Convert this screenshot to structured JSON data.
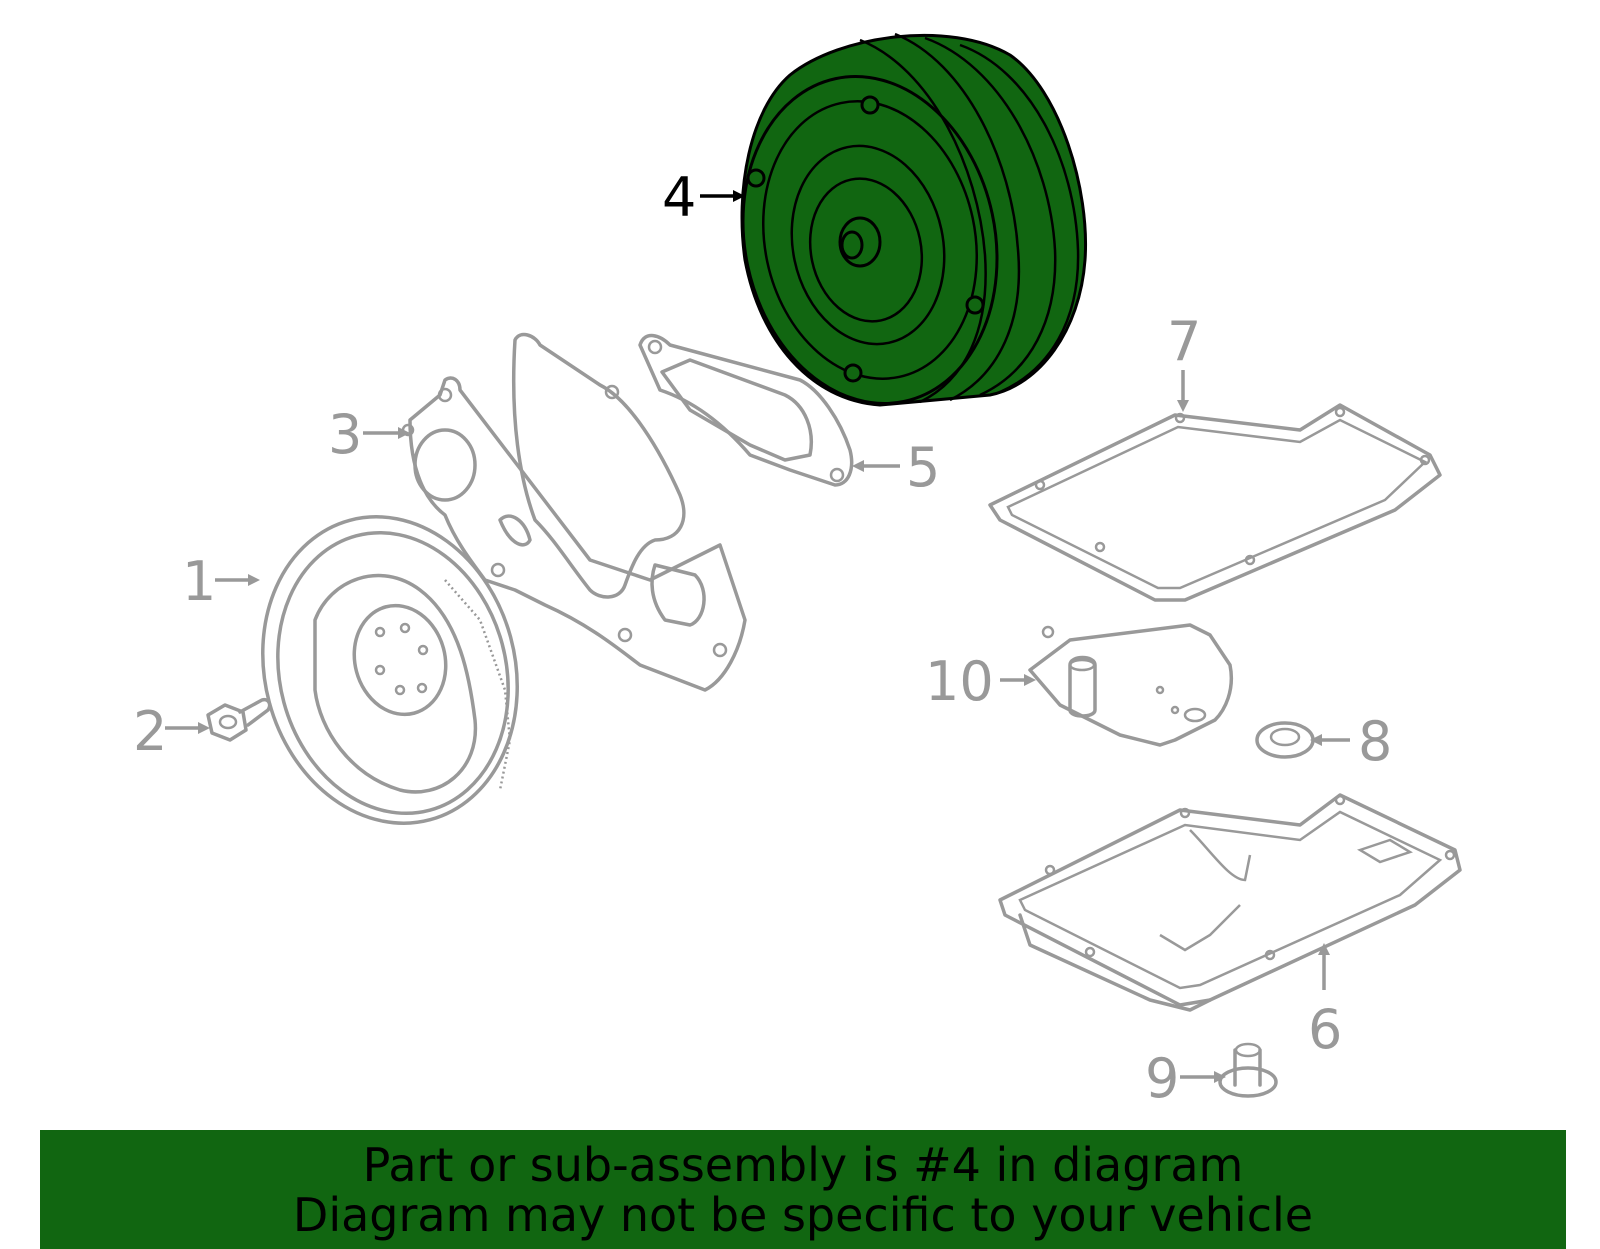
{
  "diagram": {
    "highlighted_part": "4",
    "callouts": [
      {
        "id": "1",
        "label": "1"
      },
      {
        "id": "2",
        "label": "2"
      },
      {
        "id": "3",
        "label": "3"
      },
      {
        "id": "4",
        "label": "4"
      },
      {
        "id": "5",
        "label": "5"
      },
      {
        "id": "6",
        "label": "6"
      },
      {
        "id": "7",
        "label": "7"
      },
      {
        "id": "8",
        "label": "8"
      },
      {
        "id": "9",
        "label": "9"
      },
      {
        "id": "10",
        "label": "10"
      }
    ],
    "colors": {
      "highlight_fill": "#116611",
      "highlight_outline": "#000000",
      "part_outline": "#999999",
      "banner_bg": "#116611"
    }
  },
  "banner": {
    "line1": "Part or sub-assembly is #4 in diagram",
    "line2": "Diagram may not be specific to your vehicle"
  }
}
